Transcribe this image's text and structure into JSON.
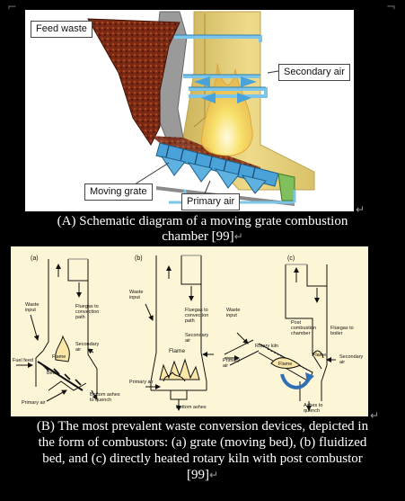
{
  "figure_a": {
    "labels": {
      "feed_waste": "Feed waste",
      "secondary_air": "Secondary air",
      "moving_grate": "Moving grate",
      "primary_air": "Primary air"
    },
    "caption_line1": "(A) Schematic diagram of a moving grate combustion",
    "caption_line2": "chamber [99]"
  },
  "figure_b": {
    "panel_a": {
      "tag": "(a)",
      "waste_input": [
        "Waste",
        "input"
      ],
      "fluegas": [
        "Fluegas to",
        "convection",
        "path"
      ],
      "secondary_air": [
        "Secondary",
        "air"
      ],
      "flame": "Flame",
      "fuel_feed": "Fuel feed",
      "bed": "Bed",
      "primary_air": "Primary air",
      "bottom_ashes": [
        "Bottom ashes",
        "to quench"
      ]
    },
    "panel_b": {
      "tag": "(b)",
      "waste_input": [
        "Waste",
        "input"
      ],
      "fluegas": [
        "Fluegas to",
        "convection",
        "path"
      ],
      "secondary_air": [
        "Secondary",
        "air"
      ],
      "flame": "Flame",
      "primary_air": "Primary air",
      "bottom_ashes": "Bottom ashes"
    },
    "panel_c": {
      "tag": "(c)",
      "waste_input": [
        "Waste",
        "input"
      ],
      "post_combustion": [
        "Post",
        "combustion",
        "chamber"
      ],
      "fluegas": [
        "Fluegas to",
        "boiler"
      ],
      "rotary_kiln": "Rotary kiln",
      "primary_air": [
        "Primary",
        "air"
      ],
      "flame": "Flame",
      "flame_post": "Flame",
      "secondary_air": [
        "Secondary",
        "air"
      ],
      "ashes": [
        "Ashes to",
        "quench"
      ]
    },
    "caption_lines": [
      "(B) The most prevalent waste conversion devices, depicted in",
      "the form of combustors: (a) grate (moving bed), (b) fluidized",
      "bed, and (c) directly heated rotary kiln with post combustor",
      "[99]"
    ]
  },
  "paragraph_mark": "↵",
  "colors": {
    "furnace_fill": "#e2c96a",
    "waste_fill": "#7a2a14",
    "grate_blue": "#4aa3d8",
    "pipe_blue": "#7cc5ea",
    "panel_b_background": "#fdf6d6"
  }
}
